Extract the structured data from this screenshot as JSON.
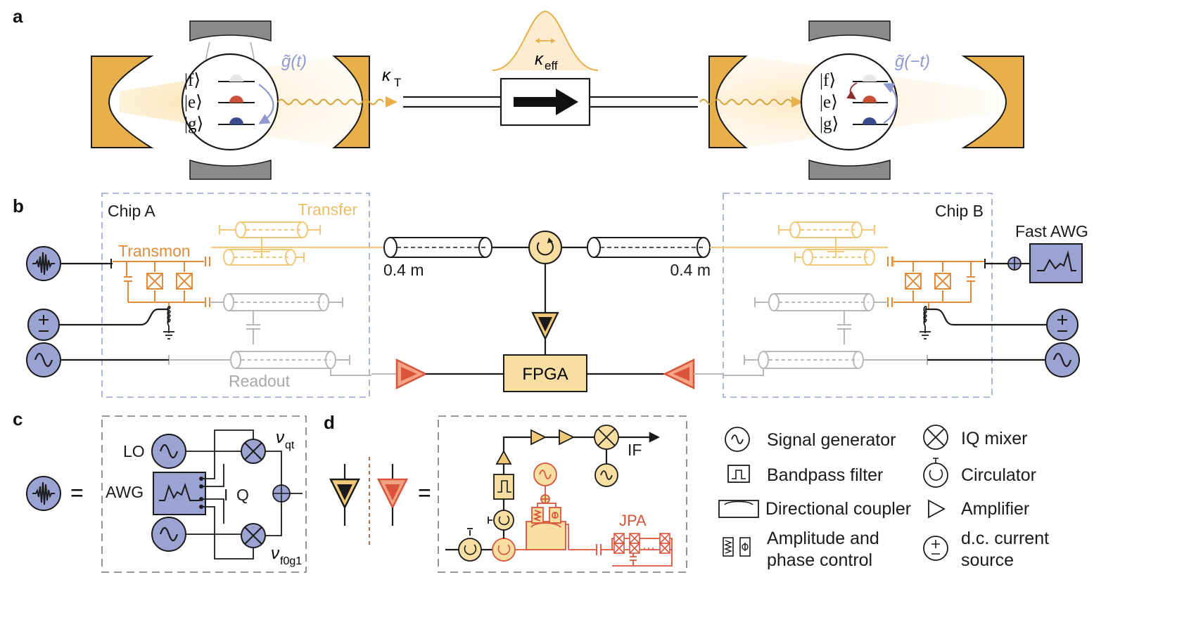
{
  "panels": {
    "a": "a",
    "b": "b",
    "c": "c",
    "d": "d"
  },
  "panel_a": {
    "ket_f": "|f⟩",
    "ket_e": "|e⟩",
    "ket_g": "|g⟩",
    "coupling_left": "g̃(t)",
    "coupling_right": "g̃(−t)",
    "kappa_t": "κ",
    "kappa_t_sub": "T",
    "kappa_eff": "κ",
    "kappa_eff_sub": "eff"
  },
  "panel_b": {
    "chip_a": "Chip A",
    "chip_b": "Chip B",
    "transfer": "Transfer",
    "transmon": "Transmon",
    "readout": "Readout",
    "length_left": "0.4 m",
    "length_right": "0.4 m",
    "fpga": "FPGA",
    "fast_awg": "Fast AWG"
  },
  "panel_c": {
    "equals": "=",
    "lo": "LO",
    "awg": "AWG",
    "i": "I",
    "q": "Q",
    "nu_qt": "ν",
    "nu_qt_sub": "qt",
    "nu_f0g1": "ν",
    "nu_f0g1_sub": "f0g1"
  },
  "panel_d": {
    "equals": "=",
    "if": "IF",
    "jpa": "JPA"
  },
  "legend": [
    {
      "icon": "signal-generator-icon",
      "label": "Signal generator"
    },
    {
      "icon": "bandpass-filter-icon",
      "label": "Bandpass filter"
    },
    {
      "icon": "directional-coupler-icon",
      "label": "Directional coupler"
    },
    {
      "icon": "amplitude-phase-control-icon",
      "label": "Amplitude and",
      "label2": "phase control"
    },
    {
      "icon": "iq-mixer-icon",
      "label": "IQ mixer"
    },
    {
      "icon": "circulator-icon",
      "label": "Circulator"
    },
    {
      "icon": "amplifier-icon",
      "label": "Amplifier"
    },
    {
      "icon": "dc-current-source-icon",
      "label": "d.c. current",
      "label2": "source"
    }
  ],
  "colors": {
    "gold": "#e8b04a",
    "light_gold": "#f9dea2",
    "orange": "#e08c3c",
    "red": "#d9543a",
    "lavender": "#9aa3d2",
    "gray": "#b8b8b8",
    "dark_gray": "#777777"
  }
}
